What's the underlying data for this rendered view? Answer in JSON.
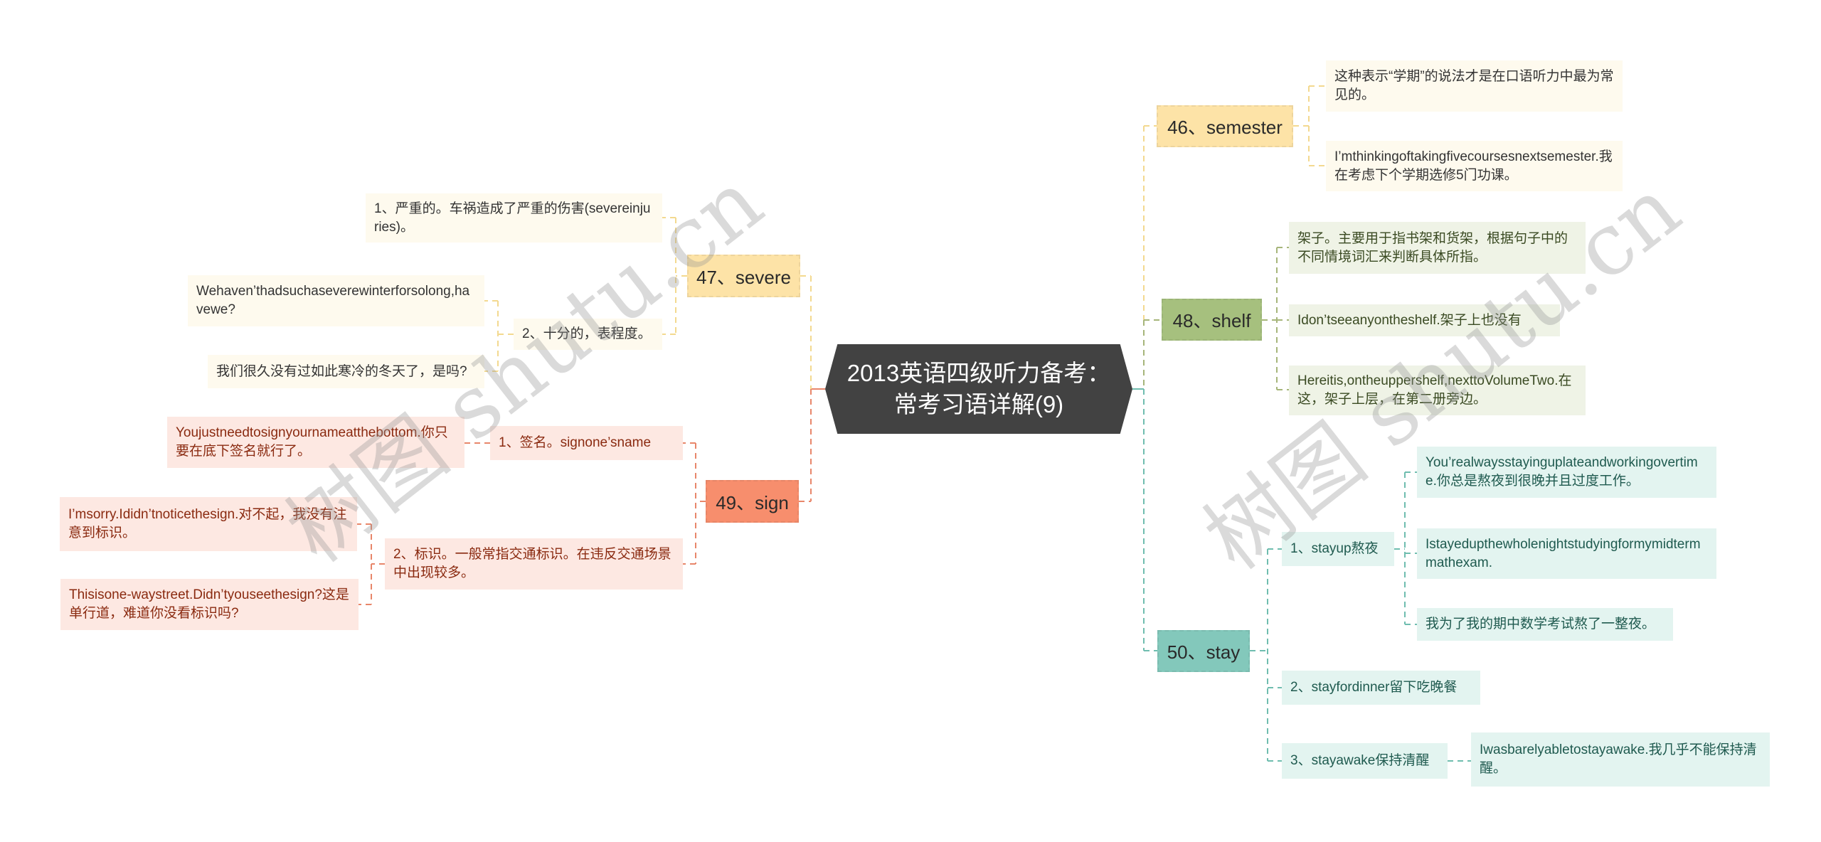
{
  "root": {
    "line1": "2013英语四级听力备考：",
    "line2": "常考习语详解(9)"
  },
  "watermark": "树图 shutu.cn",
  "colors": {
    "root": "#424242",
    "semester": "#fde3a7",
    "shelf": "#a6c07e",
    "sign": "#f78e6d",
    "stay": "#83c8bb"
  },
  "branches": {
    "semester": {
      "label": "46、semester",
      "children": [
        "这种表示“学期”的说法才是在口语听力中最为常见的。",
        "I’mthinkingoftakingfivecoursesnextsemester.我在考虑下个学期选修5门功课。"
      ]
    },
    "severe": {
      "label": "47、severe",
      "children": [
        {
          "label": "1、严重的。车祸造成了严重的伤害(severeinjuries)。"
        },
        {
          "label": "2、十分的，表程度。",
          "examples": [
            "Wehaven’thadsuchaseverewinterforsolong,havewe?",
            "我们很久没有过如此寒冷的冬天了，是吗?"
          ]
        }
      ]
    },
    "shelf": {
      "label": "48、shelf",
      "children": [
        "架子。主要用于指书架和货架，根据句子中的不同情境词汇来判断具体所指。",
        "Idon’tseeanyontheshelf.架子上也没有",
        "Hereitis,ontheuppershelf,nexttoVolumeTwo.在这，架子上层，在第二册旁边。"
      ]
    },
    "sign": {
      "label": "49、sign",
      "children": [
        {
          "label": "1、签名。signone’sname",
          "examples": [
            "Youjustneedtosignyournameatthebottom.你只要在底下签名就行了。"
          ]
        },
        {
          "label": "2、标识。一般常指交通标识。在违反交通场景中出现较多。",
          "examples": [
            "I’msorry.Ididn’tnoticethesign.对不起，我没有注意到标识。",
            "Thisisone-waystreet.Didn’tyouseethesign?这是单行道，难道你没看标识吗?"
          ]
        }
      ]
    },
    "stay": {
      "label": "50、stay",
      "children": [
        {
          "label": "1、stayup熬夜",
          "examples": [
            "You’realwaysstayinguplateandworkingovertime.你总是熬夜到很晚并且过度工作。",
            "Istayedupthewholenightstudyingformymidtermmathexam.",
            "我为了我的期中数学考试熬了一整夜。"
          ]
        },
        {
          "label": "2、stayfordinner留下吃晚餐"
        },
        {
          "label": "3、stayawake保持清醒",
          "examples": [
            "Iwasbarelyabletostayawake.我几乎不能保持清醒。"
          ]
        }
      ]
    }
  }
}
